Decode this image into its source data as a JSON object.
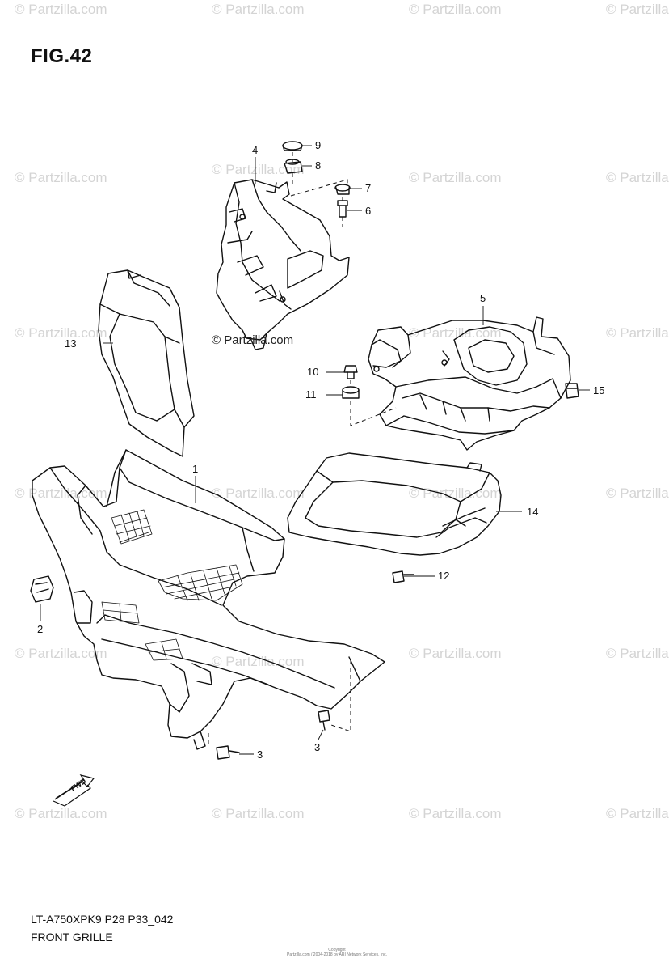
{
  "figure": {
    "title": "FIG.42"
  },
  "watermark": {
    "text": "© Partzilla.com",
    "center_text": "© Partzilla.com"
  },
  "callouts": [
    {
      "id": "c1",
      "label": "1"
    },
    {
      "id": "c2",
      "label": "2"
    },
    {
      "id": "c3a",
      "label": "3"
    },
    {
      "id": "c3b",
      "label": "3"
    },
    {
      "id": "c4",
      "label": "4"
    },
    {
      "id": "c5",
      "label": "5"
    },
    {
      "id": "c6",
      "label": "6"
    },
    {
      "id": "c7",
      "label": "7"
    },
    {
      "id": "c8",
      "label": "8"
    },
    {
      "id": "c9",
      "label": "9"
    },
    {
      "id": "c10",
      "label": "10"
    },
    {
      "id": "c11",
      "label": "11"
    },
    {
      "id": "c12",
      "label": "12"
    },
    {
      "id": "c13",
      "label": "13"
    },
    {
      "id": "c14",
      "label": "14"
    },
    {
      "id": "c15",
      "label": "15"
    }
  ],
  "fwd_marker": {
    "label": "FWD"
  },
  "footer": {
    "model_code": "LT-A750XPK9 P28 P33_042",
    "section_name": "FRONT GRILLE",
    "copyright_line1": "Copyright",
    "copyright_line2": "Partzilla.com / 2004-2018 by ARI Network Services, Inc."
  }
}
